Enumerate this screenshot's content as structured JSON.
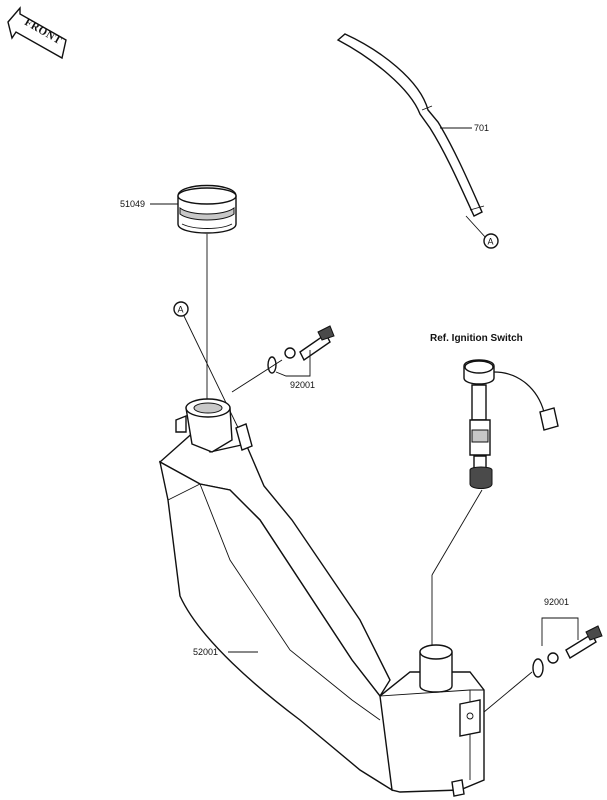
{
  "front_label": "FRONT",
  "ref_note": "Ref. Ignition Switch",
  "callouts": [
    {
      "id": "hose",
      "text": "701"
    },
    {
      "id": "cap",
      "text": "51049"
    },
    {
      "id": "tank",
      "text": "52001"
    },
    {
      "id": "bolt-upper",
      "text": "92001"
    },
    {
      "id": "bolt-lower",
      "text": "92001"
    }
  ],
  "connection_marks": [
    {
      "id": "a-hose",
      "text": "A"
    },
    {
      "id": "a-tank",
      "text": "A"
    }
  ]
}
